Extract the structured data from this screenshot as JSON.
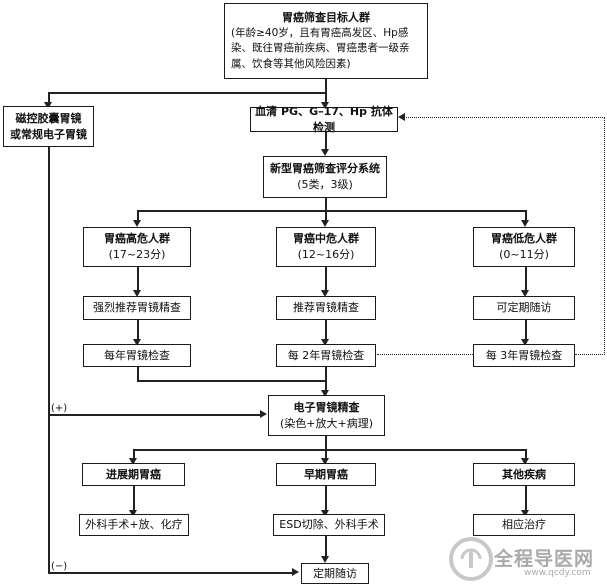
{
  "target": {
    "title": "胃癌筛查目标人群",
    "desc": "(年龄≥40岁，且有胃癌高发区、Hp感染、既往胃癌前疾病、胃癌患者一级亲属、饮食等其他风险因素)"
  },
  "capsule": "磁控胶囊胃镜\n或常规电子胃镜",
  "serum": "血清 PG、G–17、Hp 抗体检测",
  "scoring": {
    "title": "新型胃癌筛查评分系统",
    "sub": "(5类，3级)"
  },
  "risk_groups": [
    {
      "name": "胃癌高危人群",
      "range": "(17~23分)",
      "recommend": "强烈推荐胃镜精查",
      "exam": "每年胃镜检查"
    },
    {
      "name": "胃癌中危人群",
      "range": "(12~16分)",
      "recommend": "推荐胃镜精查",
      "exam": "每 2年胃镜检查"
    },
    {
      "name": "胃癌低危人群",
      "range": "(0~11分)",
      "recommend": "可定期随访",
      "exam": "每 3年胃镜检查"
    }
  ],
  "endoscopy": {
    "title": "电子胃镜精查",
    "sub": "(染色+放大+病理)"
  },
  "outcomes": [
    {
      "name": "进展期胃癌",
      "treatment": "外科手术+放、化疗"
    },
    {
      "name": "早期胃癌",
      "treatment": "ESD切除、外科手术"
    },
    {
      "name": "其他疾病",
      "treatment": "相应治疗"
    }
  ],
  "follow_up": "定期随访",
  "labels": {
    "positive": "(+)",
    "negative": "(−)"
  },
  "watermark": {
    "brand": "全程导医网",
    "url": "www.qcdy.com"
  }
}
